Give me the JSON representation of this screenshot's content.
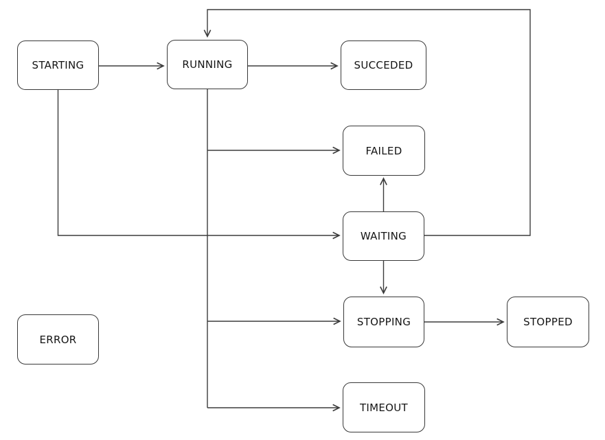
{
  "diagram": {
    "background": "#ffffff",
    "nodes": [
      {
        "id": "starting",
        "label": "STARTING"
      },
      {
        "id": "running",
        "label": "RUNNING"
      },
      {
        "id": "succeded",
        "label": "SUCCEDED"
      },
      {
        "id": "failed",
        "label": "FAILED"
      },
      {
        "id": "waiting",
        "label": "WAITING"
      },
      {
        "id": "stopping",
        "label": "STOPPING"
      },
      {
        "id": "stopped",
        "label": "STOPPED"
      },
      {
        "id": "error",
        "label": "ERROR"
      },
      {
        "id": "timeout",
        "label": "TIMEOUT"
      }
    ],
    "edges": [
      {
        "from": "starting",
        "to": "running"
      },
      {
        "from": "running",
        "to": "succeded"
      },
      {
        "from": "running",
        "to": "failed"
      },
      {
        "from": "starting",
        "to": "waiting"
      },
      {
        "from": "waiting",
        "to": "failed"
      },
      {
        "from": "waiting",
        "to": "running"
      },
      {
        "from": "waiting",
        "to": "stopping"
      },
      {
        "from": "running",
        "to": "stopping"
      },
      {
        "from": "stopping",
        "to": "stopped"
      },
      {
        "from": "running",
        "to": "timeout"
      }
    ],
    "colors": {
      "node_fill": "#ffffff",
      "node_border": "#383838",
      "edge_stroke": "#3b3b3b",
      "text": "#141414"
    }
  }
}
